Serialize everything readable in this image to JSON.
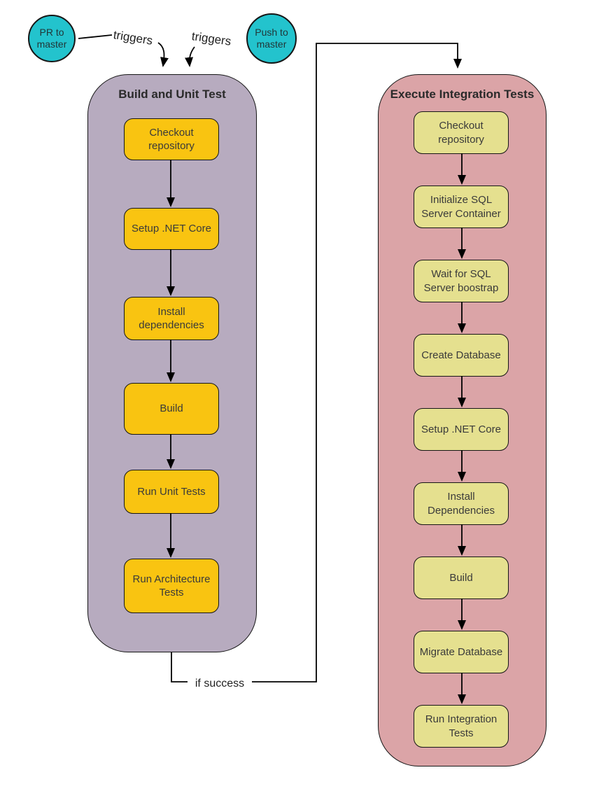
{
  "colors": {
    "event_circle_bg": "#23c3cd",
    "pipeline_build_bg": "#b7abbf",
    "step_build_bg": "#f9c411",
    "pipeline_integration_bg": "#dba4a7",
    "step_integration_bg": "#e5e08f",
    "shape_border": "#161616",
    "connector_color": "#000000"
  },
  "events": [
    {
      "label": "PR to master"
    },
    {
      "label": "Push to master"
    }
  ],
  "edges": {
    "trigger1_label": "triggers",
    "trigger2_label": "triggers",
    "success_label": "if success"
  },
  "pipelines": [
    {
      "title": "Build and Unit Test",
      "steps": [
        "Checkout repository",
        "Setup .NET Core",
        "Install dependencies",
        "Build",
        "Run Unit Tests",
        "Run Architecture Tests"
      ]
    },
    {
      "title": "Execute Integration Tests",
      "steps": [
        "Checkout repository",
        "Initialize SQL Server Container",
        "Wait for SQL Server boostrap",
        "Create Database",
        "Setup .NET Core",
        "Install Dependencies",
        "Build",
        "Migrate Database",
        "Run Integration Tests"
      ]
    }
  ]
}
